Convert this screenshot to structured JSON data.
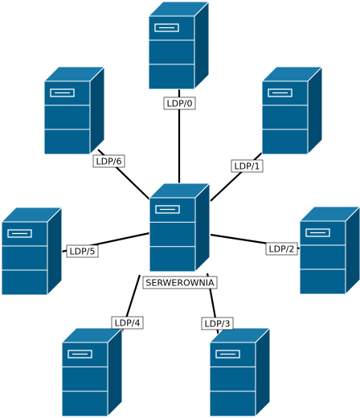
{
  "diagram": {
    "center_label": "SERWEROWNIA",
    "links": [
      {
        "label": "LDP/0"
      },
      {
        "label": "LDP/1"
      },
      {
        "label": "LDP/2"
      },
      {
        "label": "LDP/3"
      },
      {
        "label": "LDP/4"
      },
      {
        "label": "LDP/5"
      },
      {
        "label": "LDP/6"
      }
    ],
    "colors": {
      "server_front": "#03618f",
      "server_side": "#024b70",
      "server_top": "#1a7bab",
      "outline": "#ffffff",
      "line": "#000000"
    }
  }
}
